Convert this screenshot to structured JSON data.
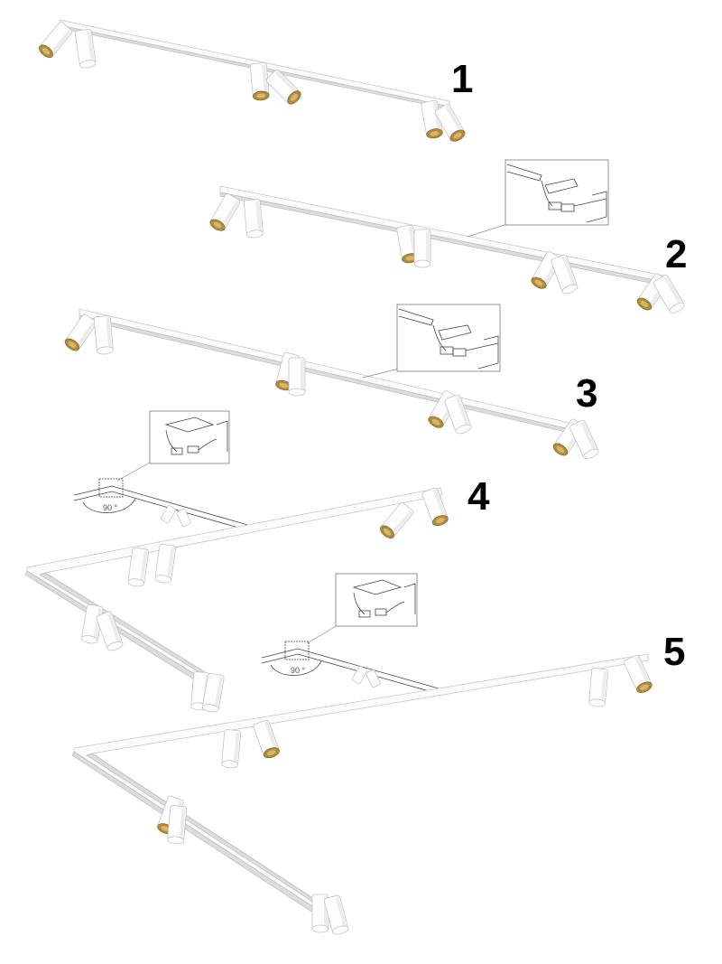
{
  "configurations": [
    {
      "number": "1"
    },
    {
      "number": "2"
    },
    {
      "number": "3"
    },
    {
      "number": "4",
      "angle_label": "90 °"
    },
    {
      "number": "5",
      "angle_label": "90 °"
    }
  ],
  "colors": {
    "rail": "#fbfbfb",
    "lamp_body": "#fdfdfd",
    "lamp_inner": "#b08a3e",
    "label": "#000000"
  }
}
